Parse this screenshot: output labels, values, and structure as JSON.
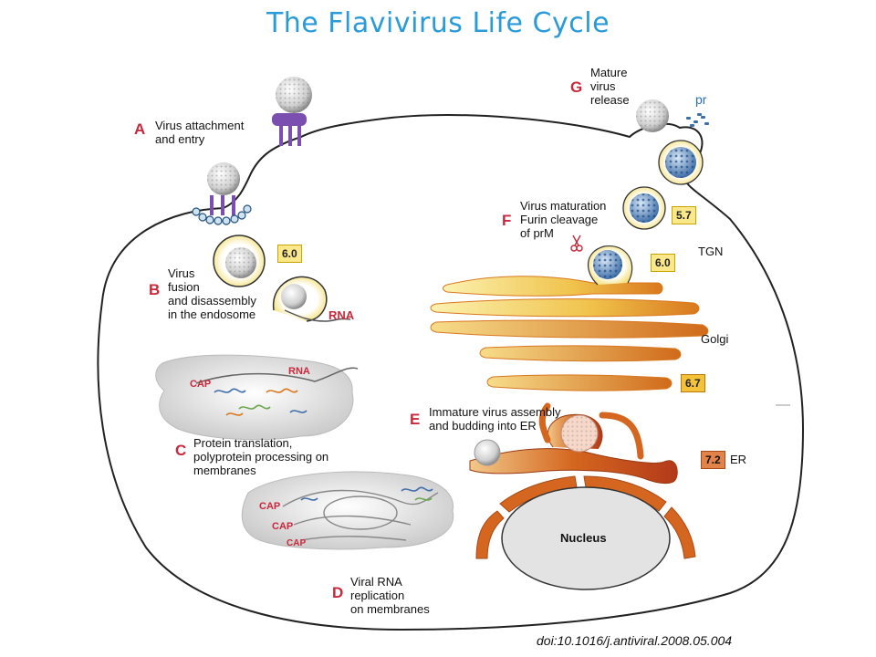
{
  "title": "The Flavivirus Life Cycle",
  "steps": {
    "A": {
      "letter": "A",
      "lines": [
        "Virus attachment",
        "and entry"
      ]
    },
    "B": {
      "letter": "B",
      "lines": [
        "Virus",
        "fusion",
        "and disassembly",
        "in the endosome"
      ]
    },
    "C": {
      "letter": "C",
      "lines": [
        "Protein translation,",
        "polyprotein processing on",
        "membranes"
      ]
    },
    "D": {
      "letter": "D",
      "lines": [
        "Viral RNA",
        "replication",
        "on membranes"
      ]
    },
    "E": {
      "letter": "E",
      "lines": [
        "Immature virus assembly",
        "and budding into ER"
      ]
    },
    "F": {
      "letter": "F",
      "lines": [
        "Virus maturation",
        "Furin cleavage",
        "of prM"
      ]
    },
    "G": {
      "letter": "G",
      "lines": [
        "Mature",
        "virus",
        "release"
      ]
    }
  },
  "ph_labels": {
    "endosome": "6.0",
    "tgn": "6.0",
    "maturation": "5.7",
    "golgi": "6.7",
    "er": "7.2"
  },
  "structure_labels": {
    "tgn": "TGN",
    "golgi": "Golgi",
    "er": "ER",
    "nucleus": "Nucleus",
    "rna_endosome": "RNA",
    "rna_translation": "RNA",
    "pr": "pr"
  },
  "cap_labels": {
    "translation": "CAP",
    "replication_1": "CAP",
    "replication_2": "CAP",
    "replication_3": "CAP"
  },
  "colors": {
    "title": "#2a9bd9",
    "letters": "#c8283c",
    "receptor": "#7a4fb0",
    "golgi_light": "#f6e27a",
    "golgi_dark": "#d9781e",
    "er": "#c8501e",
    "virion_mature": "#3f6fa8",
    "ph_box": "#fbe88a"
  },
  "doi": "doi:10.1016/j.antiviral.2008.05.004"
}
